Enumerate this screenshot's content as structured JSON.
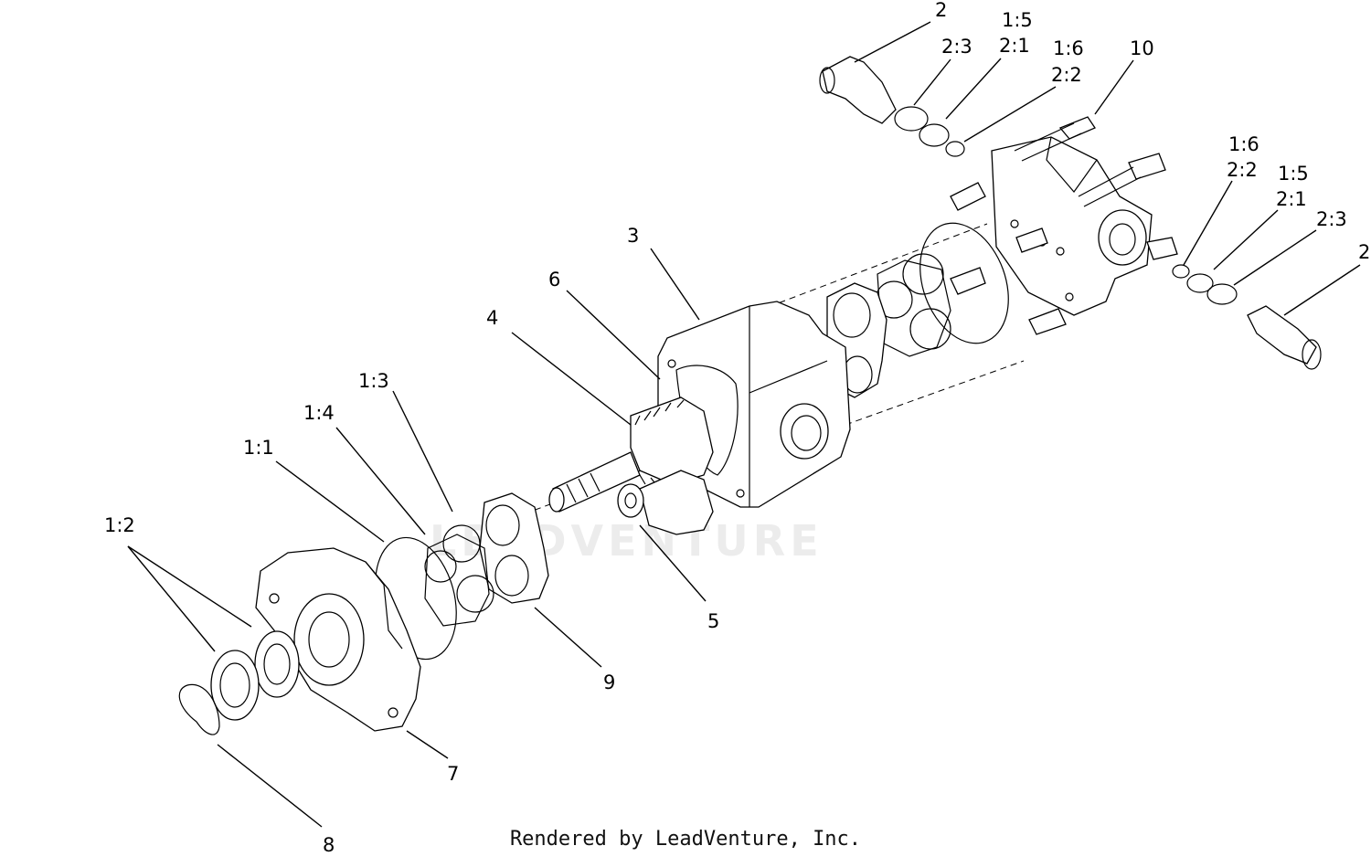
{
  "watermark": "LEADVENTURE",
  "credit": "Rendered by LeadVenture, Inc.",
  "callouts": {
    "c2_top": "2",
    "c2_3_top": "2:3",
    "c1_5_top": "1:5",
    "c2_1_top": "2:1",
    "c1_6_top": "1:6",
    "c2_2_top": "2:2",
    "c10": "10",
    "c1_6_right": "1:6",
    "c2_2_right": "2:2",
    "c1_5_right": "1:5",
    "c2_1_right": "2:1",
    "c2_3_right": "2:3",
    "c2_right": "2",
    "c3": "3",
    "c6": "6",
    "c4": "4",
    "c1_3": "1:3",
    "c1_4": "1:4",
    "c1_1": "1:1",
    "c1_2": "1:2",
    "c5": "5",
    "c9": "9",
    "c7": "7",
    "c8": "8"
  }
}
